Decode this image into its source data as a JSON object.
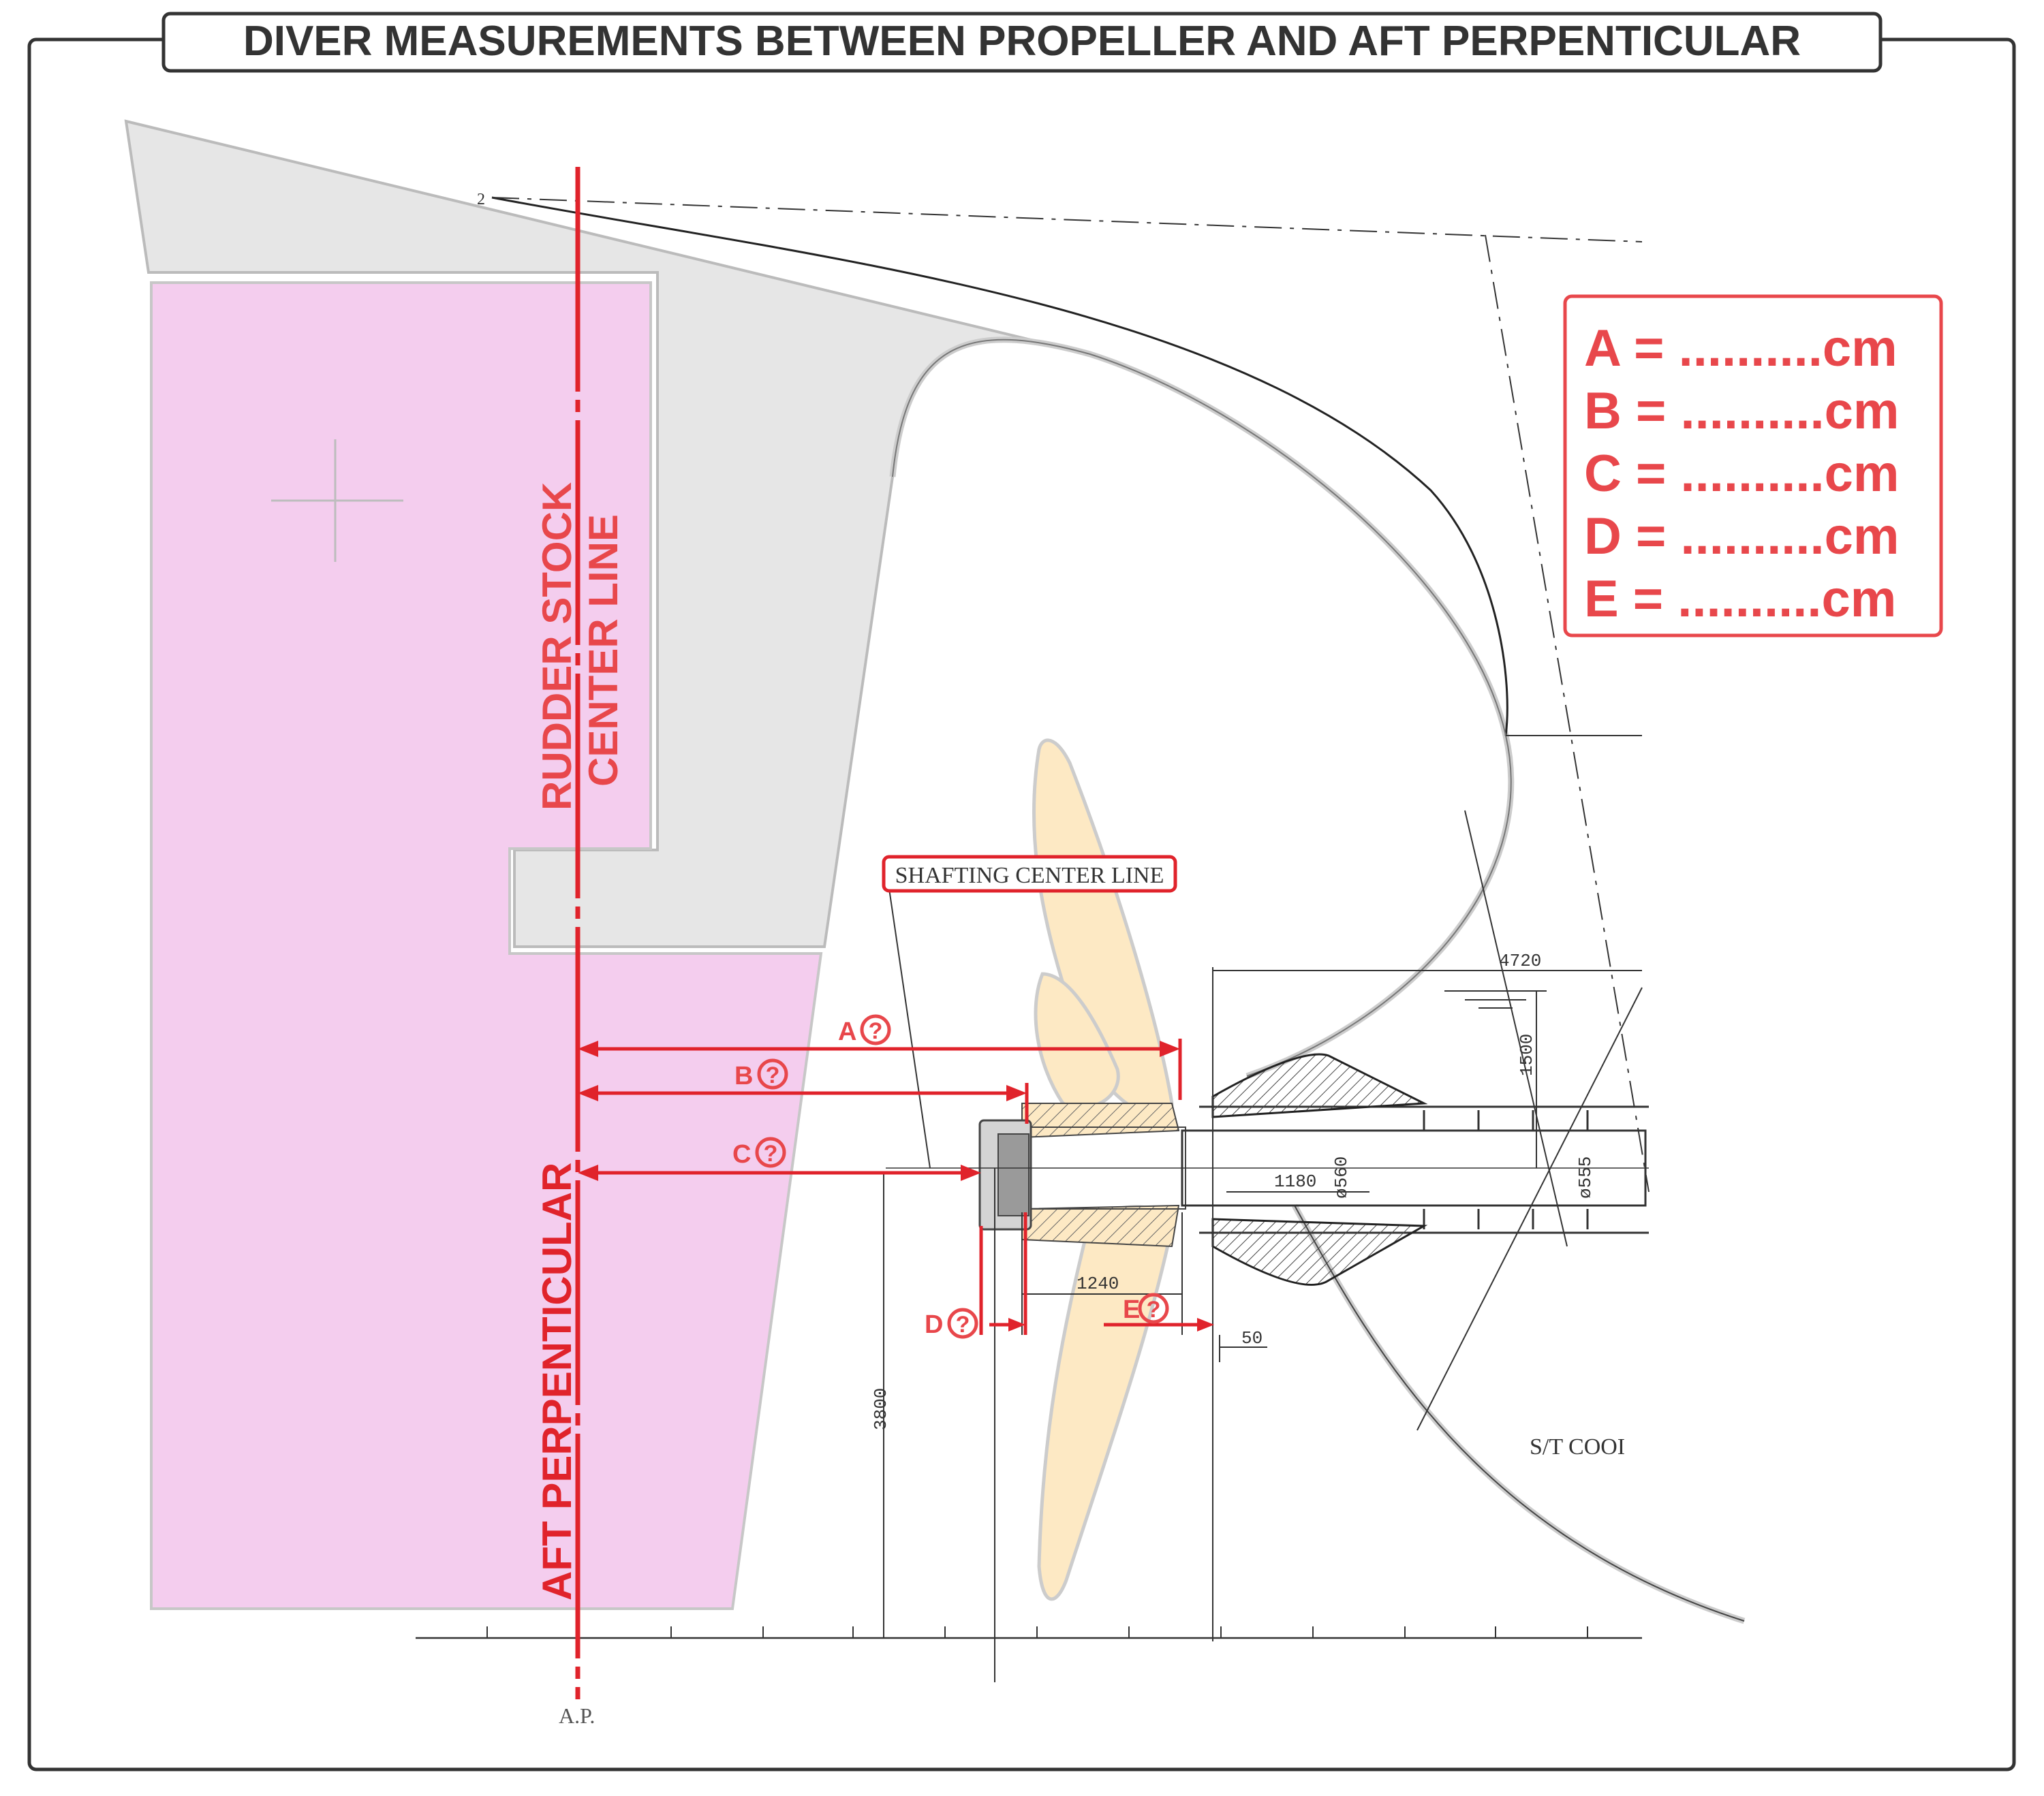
{
  "title": "DIVER MEASUREMENTS BETWEEN PROPELLER AND AFT PERPENTICULAR",
  "vertical_labels": {
    "rudder_stock_line1": "RUDDER STOCK",
    "rudder_stock_line2": "CENTER LINE",
    "aft_perpendicular": "AFT PERPENTICULAR"
  },
  "shafting_label": "SHAFTING CENTER LINE",
  "legend": {
    "rows": [
      {
        "letter": "A",
        "text": "A = ..........cm"
      },
      {
        "letter": "B",
        "text": "B = ..........cm"
      },
      {
        "letter": "C",
        "text": "C = ..........cm"
      },
      {
        "letter": "D",
        "text": "D = ..........cm"
      },
      {
        "letter": "E",
        "text": "E = ..........cm"
      }
    ]
  },
  "measure_labels": {
    "a": "A",
    "b": "B",
    "c": "C",
    "d": "D",
    "e": "E",
    "question": "?"
  },
  "drawing_dims": {
    "d4720": "4720",
    "d1500": "1500",
    "d560": "ø560",
    "d555": "ø555",
    "d1180": "1180",
    "d1240": "1240",
    "d50": "50",
    "d3800": "3800"
  },
  "small_marks": {
    "two": "2",
    "ap": "A.P.",
    "st_cool": "S/T COOI"
  },
  "colors": {
    "accent_red": "#e8474b",
    "line_red": "#e0232b",
    "pink_rudder": "#f4cdee",
    "grey_hull": "#e6e6e6",
    "propeller": "#fde9c4",
    "title_text": "#333333"
  }
}
